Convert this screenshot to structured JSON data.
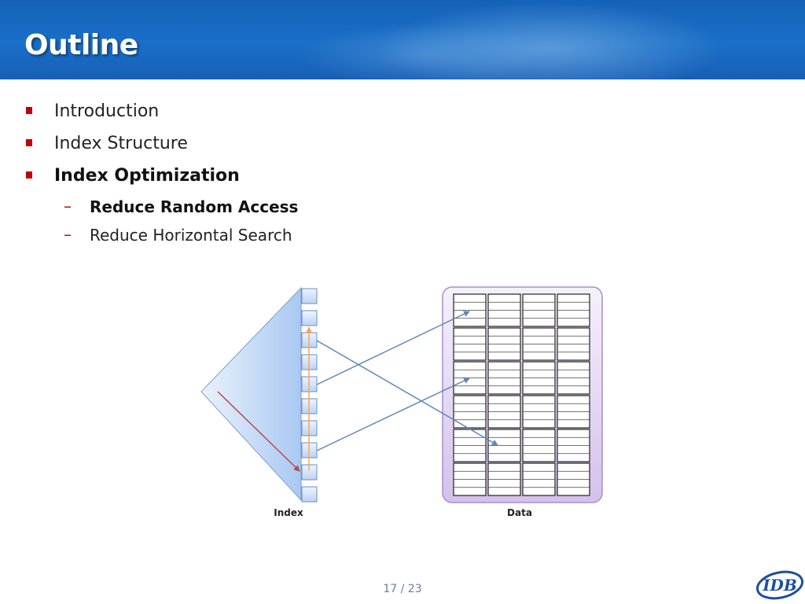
{
  "slide": {
    "title": "Outline",
    "page_number": "17 / 23"
  },
  "outline": {
    "items": [
      {
        "label": "Introduction",
        "bold": false
      },
      {
        "label": "Index Structure",
        "bold": false
      },
      {
        "label": "Index Optimization",
        "bold": true
      }
    ],
    "subitems": [
      {
        "label": "Reduce Random Access",
        "bold": true
      },
      {
        "label": "Reduce Horizontal Search",
        "bold": false
      }
    ]
  },
  "diagram": {
    "index_label": "Index",
    "data_label": "Data",
    "index_slot_count": 10,
    "data_block_rows": 6,
    "data_block_cols": 4
  },
  "colors": {
    "header_blue": "#1a6fc8",
    "bullet_red": "#c00000",
    "index_fill": "#a9c8f2",
    "data_panel": "#e4d8f3",
    "arrow_blue": "#5f86b8",
    "arrow_red": "#b84a4a",
    "arrow_orange": "#f0a860"
  },
  "logo": {
    "text": "IDB",
    "icon": "idb-logo-icon"
  }
}
